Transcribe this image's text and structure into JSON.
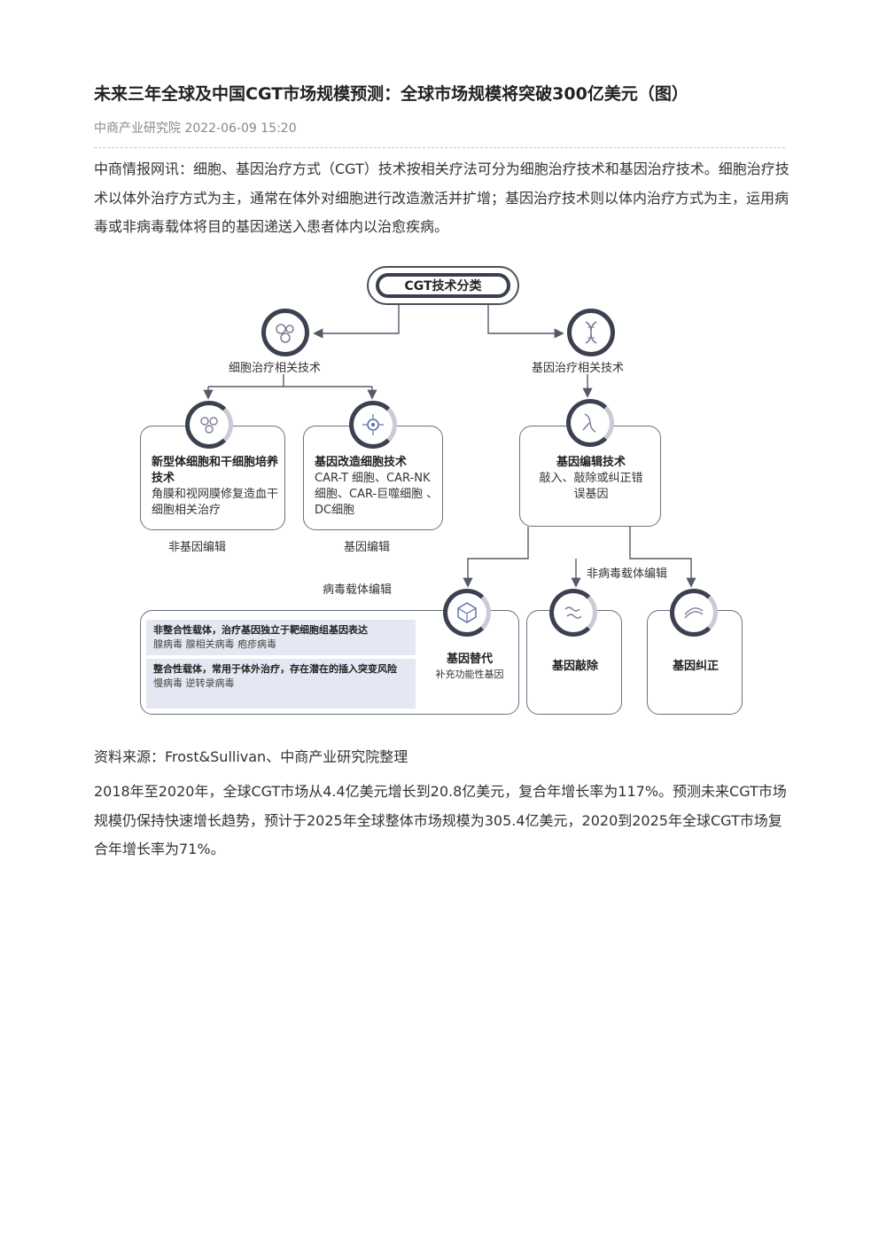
{
  "article": {
    "title": "未来三年全球及中国CGT市场规模预测：全球市场规模将突破300亿美元（图）",
    "source": "中商产业研究院",
    "datetime": "2022-06-09 15:20",
    "paragraph1": "中商情报网讯：细胞、基因治疗方式（CGT）技术按相关疗法可分为细胞治疗技术和基因治疗技术。细胞治疗技术以体外治疗方式为主，通常在体外对细胞进行改造激活并扩增；基因治疗技术则以体内治疗方式为主，运用病毒或非病毒载体将目的基因递送入患者体内以治愈疾病。",
    "data_source": "资料来源：Frost&Sullivan、中商产业研究院整理",
    "paragraph2": "2018年至2020年，全球CGT市场从4.4亿美元增长到20.8亿美元，复合年增长率为117%。预测未来CGT市场规模仍保持快速增长趋势，预计于2025年全球整体市场规模为305.4亿美元，2020到2025年全球CGT市场复合年增长率为71%。"
  },
  "diagram": {
    "root": "CGT技术分类",
    "cell_therapy": "细胞治疗相关技术",
    "gene_therapy": "基因治疗相关技术",
    "box1_title": "新型体细胞和干细胞培养技术",
    "box1_text": "角膜和视网膜修复造血干细胞相关治疗",
    "box1_caption": "非基因编辑",
    "box2_title": "基因改造细胞技术",
    "box2_text": "CAR-T 细胞、CAR-NK 细胞、CAR-巨噬细胞 、DC细胞",
    "box2_caption": "基因编辑",
    "box3_title": "基因编辑技术",
    "box3_text": "敲入、敲除或纠正错误基因",
    "viral_vector": "病毒载体编辑",
    "nonviral_vector": "非病毒载体编辑",
    "band1_title": "非整合性载体，治疗基因独立于靶细胞组基因表达",
    "band1_text": "腺病毒  腺相关病毒  疱疹病毒",
    "band2_title": "整合性载体，常用于体外治疗，存在潜在的插入突变风险",
    "band2_text": "慢病毒  逆转录病毒",
    "replace_title": "基因替代",
    "replace_text": "补充功能性基因",
    "knockout": "基因敲除",
    "correction": "基因纠正"
  },
  "colors": {
    "icon_dark": "#3b4150",
    "band": "#e4e8f2",
    "line": "#555a66"
  }
}
